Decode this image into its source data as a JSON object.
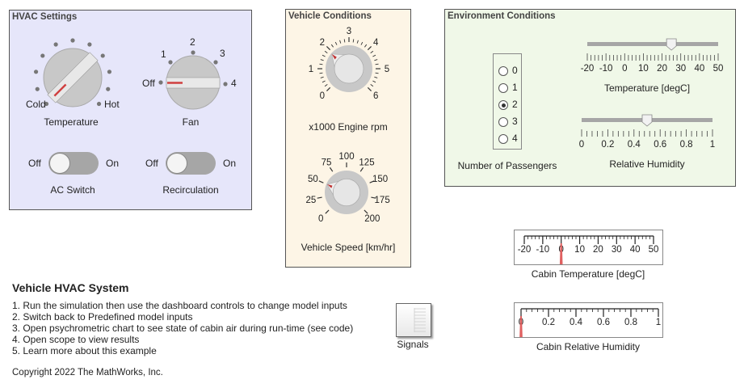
{
  "hvac": {
    "title": "HVAC Settings",
    "temperature_knob": {
      "label": "Temperature",
      "min_label": "Cold",
      "max_label": "Hot",
      "value_fraction": 0.0
    },
    "fan_knob": {
      "label": "Fan",
      "positions": [
        "Off",
        "1",
        "2",
        "3",
        "4"
      ],
      "selected": "Off"
    },
    "ac_switch": {
      "label": "AC Switch",
      "off_label": "Off",
      "on_label": "On",
      "state": "Off"
    },
    "recirculation": {
      "label": "Recirculation",
      "off_label": "Off",
      "on_label": "On",
      "state": "Off"
    },
    "background": "#e6e6fa"
  },
  "vehicle": {
    "title": "Vehicle Conditions",
    "engine_rpm": {
      "label": "x1000 Engine rpm",
      "ticks": [
        "0",
        "1",
        "2",
        "3",
        "4",
        "5",
        "6"
      ],
      "min": 0,
      "max": 6,
      "value": 1.9
    },
    "speed": {
      "label": "Vehicle Speed [km/hr]",
      "ticks": [
        "0",
        "25",
        "50",
        "75",
        "100",
        "125",
        "150",
        "175",
        "200"
      ],
      "min": 0,
      "max": 200,
      "value": 50
    },
    "background": "#fdf5e6"
  },
  "environment": {
    "title": "Environment Conditions",
    "passengers": {
      "label": "Number of Passengers",
      "options": [
        "0",
        "1",
        "2",
        "3",
        "4"
      ],
      "selected": "2"
    },
    "temperature_slider": {
      "label": "Temperature [degC]",
      "ticks": [
        "-20",
        "-10",
        "0",
        "10",
        "20",
        "30",
        "40",
        "50"
      ],
      "min": -20,
      "max": 50,
      "value": 25
    },
    "humidity_slider": {
      "label": "Relative Humidity",
      "ticks": [
        "0",
        "0.2",
        "0.4",
        "0.6",
        "0.8",
        "1"
      ],
      "min": 0,
      "max": 1,
      "value": 0.5
    },
    "background": "#f0f8e8"
  },
  "cabin_temperature": {
    "label": "Cabin Temperature [degC]",
    "ticks": [
      "-20",
      "-10",
      "0",
      "10",
      "20",
      "30",
      "40",
      "50"
    ],
    "min": -20,
    "max": 50,
    "value": 0
  },
  "cabin_humidity": {
    "label": "Cabin Relative Humidity",
    "ticks": [
      "0",
      "0.2",
      "0.4",
      "0.6",
      "0.8",
      "1"
    ],
    "min": 0,
    "max": 1,
    "value": 0
  },
  "description": {
    "title": "Vehicle HVAC System",
    "steps": [
      "1. Run the simulation then use the dashboard controls to change model inputs",
      "2. Switch back to Predefined model inputs",
      "3. Open psychrometric chart to see state of cabin air during run-time (see code)",
      "4. Open scope to view results",
      "5. Learn more about this example"
    ],
    "copyright": "Copyright 2022 The MathWorks, Inc."
  },
  "signals_block": {
    "label": "Signals"
  },
  "colors": {
    "needle": "#d04040",
    "knob": "#c8c8c8",
    "dot": "#777777"
  }
}
